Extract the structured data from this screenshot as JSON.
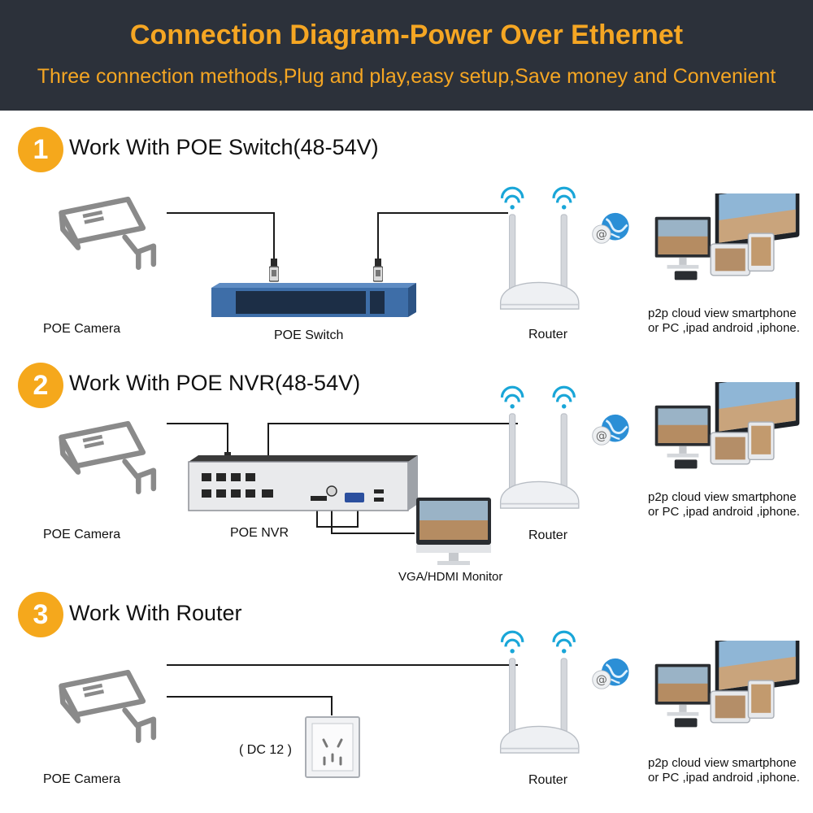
{
  "header": {
    "title": "Connection Diagram-Power Over Ethernet",
    "subtitle": "Three connection methods,Plug and play,easy setup,Save money and Convenient"
  },
  "colors": {
    "accent": "#f5a623",
    "header_bg": "#2c313a",
    "device_blue": "#3e6ea8"
  },
  "sections": [
    {
      "number": "1",
      "title": "Work With POE Switch(48-54V)",
      "labels": {
        "camera": "POE Camera",
        "device": "POE Switch",
        "router": "Router",
        "p2p_line1": "p2p cloud view smartphone",
        "p2p_line2": "or PC ,ipad android ,iphone."
      }
    },
    {
      "number": "2",
      "title": "Work With POE NVR(48-54V)",
      "labels": {
        "camera": "POE Camera",
        "device": "POE NVR",
        "monitor": "VGA/HDMI Monitor",
        "router": "Router",
        "p2p_line1": "p2p cloud view smartphone",
        "p2p_line2": "or PC ,ipad android ,iphone."
      }
    },
    {
      "number": "3",
      "title": "Work With Router",
      "labels": {
        "camera": "POE Camera",
        "power": "( DC 12 )",
        "router": "Router",
        "p2p_line1": "p2p cloud view smartphone",
        "p2p_line2": "or PC ,ipad android ,iphone."
      }
    }
  ],
  "icons": [
    "cctv-camera-icon",
    "poe-switch-icon",
    "poe-nvr-icon",
    "router-icon",
    "wifi-icon",
    "globe-email-icon",
    "pc-monitor-icon",
    "tablet-icon",
    "laptop-icon",
    "wall-outlet-icon",
    "rj45-plug-icon"
  ]
}
